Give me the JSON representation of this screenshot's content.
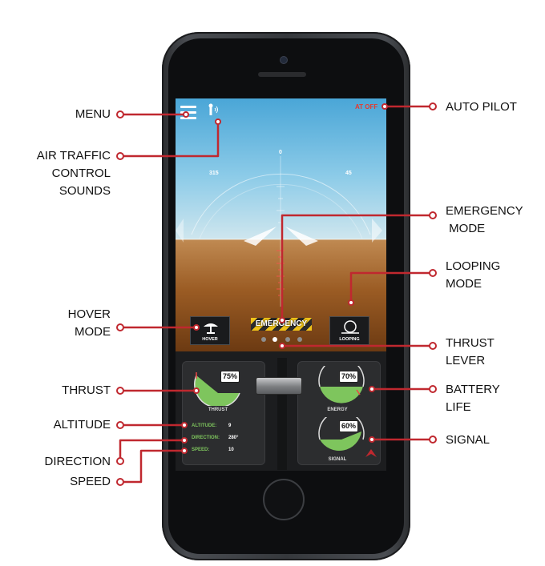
{
  "hud": {
    "autopilot_label": "AT OFF",
    "heading_center": "0",
    "heading_left": "315",
    "heading_right": "45"
  },
  "modes": {
    "hover_label": "HOVER",
    "emergency_label": "EMERGENCY",
    "looping_label": "LOOPING"
  },
  "thrust": {
    "percent_label": "75%",
    "label": "THRUST",
    "value": 0.75
  },
  "energy": {
    "percent_label": "70%",
    "label": "ENERGY",
    "value": 0.7
  },
  "signal": {
    "percent_label": "60%",
    "label": "SIGNAL",
    "value": 0.6
  },
  "stats": {
    "altitude_key": "ALTITUDE:",
    "altitude_val": "9",
    "direction_key": "DIRECTION:",
    "direction_val": "280°",
    "speed_key": "SPEED:",
    "speed_val": "10"
  },
  "callouts": {
    "menu": "MENU",
    "air_traffic_line1": "AIR TRAFFIC",
    "air_traffic_line2": "CONTROL",
    "air_traffic_line3": "SOUNDS",
    "hover_line1": "HOVER",
    "hover_line2": "MODE",
    "thrust": "THRUST",
    "altitude": "ALTITUDE",
    "direction": "DIRECTION",
    "speed": "SPEED",
    "auto_pilot": "AUTO PILOT",
    "emergency_line1": "EMERGENCY",
    "emergency_line2": " MODE",
    "looping_line1": "LOOPING",
    "looping_line2": "MODE",
    "thrust_lever_line1": "THRUST",
    "thrust_lever_line2": "LEVER",
    "battery_line1": "BATTERY",
    "battery_line2": "LIFE",
    "signal": "SIGNAL"
  },
  "colors": {
    "accent_red": "#c0282f",
    "gauge_green": "#7ec55d",
    "autopilot_red": "#e43a2f"
  }
}
